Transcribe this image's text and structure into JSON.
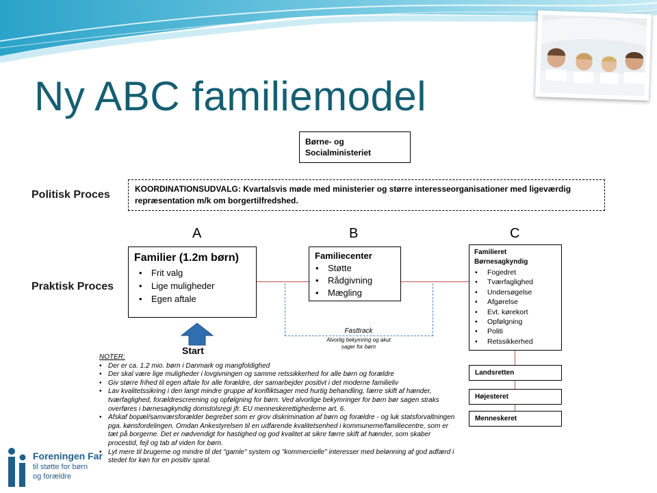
{
  "title": "Ny ABC familiemodel",
  "ministry_box": "Børne- og Socialministeriet",
  "coordination": "KOORDINATIONSUDVALG: Kvartalsvis møde med ministerier og større interesseorganisationer med ligeværdig repræsentation m/k om borgertilfredshed.",
  "row_labels": {
    "political": "Politisk Proces",
    "practical": "Praktisk Proces"
  },
  "columns": {
    "a": "A",
    "b": "B",
    "c": "C"
  },
  "box_a": {
    "heading": "Familier (1.2m børn)",
    "items": [
      "Frit valg",
      "Lige muligheder",
      "Egen aftale"
    ]
  },
  "box_b": {
    "heading": "Familiecenter",
    "items": [
      "Støtte",
      "Rådgivning",
      "Mægling"
    ]
  },
  "box_c": {
    "heading": "Familieret Børnesagkyndig",
    "items": [
      "Fogedret",
      "Tværfaglighed",
      "Undersøgelse",
      "Afgørelse",
      "Evt. kørekort",
      "Opfølgning",
      "Politi",
      "Retssikkerhed"
    ]
  },
  "courts": [
    "Landsretten",
    "Højesteret",
    "Menneskeret"
  ],
  "fasttrack": {
    "label": "Fasttrack",
    "sub": "Alvorlig bekymring og akut sager for børn"
  },
  "start_label": "Start",
  "notes": {
    "heading": "NOTER:",
    "items": [
      "Der er ca. 1.2 mio. børn i Danmark og mangfoldighed",
      "Der skal være lige muligheder i lovgivningen og samme retssikkerhed for alle børn og forældre",
      "Giv større frihed til egen aftale for alle forældre, der samarbejder positivt i det moderne familieliv",
      "Lav kvalitetssikring i den langt mindre gruppe af konfliktsager med hurtig behandling, færre skift af hænder, tværfaglighed, forældrescreening og opfølgning for børn. Ved alvorlige bekymringer for børn bør sagen straks overføres i børnesagkyndig domstolsregi jfr. EU menneskerettighederne art. 6.",
      "Afskaf bopæl/samværsforælder begrebet som er grov diskrimination af børn og forældre - og luk statsforvaltningen pga. kønsfordelingen. Omdan Ankestyrelsen til en udfarende kvalitetsenhed i kommunerne/familiecentre, som er tæt på borgerne. Det er nødvendigt for hastighed og god kvalitet at sikre færre skift af hænder, som skaber procestid, fejl og tab af viden for børn.",
      "Lyt mere til brugerne og mindre til det \"gamle\" system og \"kommercielle\" interesser med belønning af god adfærd i stedet for køn for en positiv spiral."
    ]
  },
  "logo": {
    "name": "Foreningen Far",
    "tagline_1": "til støtte for børn",
    "tagline_2": "og forældre"
  },
  "colors": {
    "title": "#155e72",
    "connector": "#c0504d",
    "fasttrack": "#4f81bd",
    "arrow": "#2f6fb0"
  }
}
